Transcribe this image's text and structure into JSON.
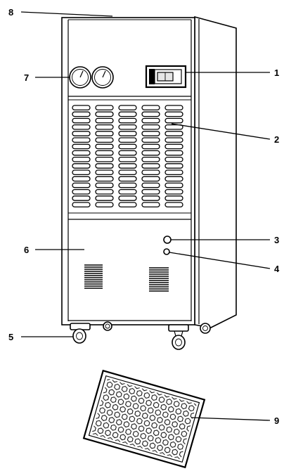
{
  "callout_labels": [
    "1",
    "2",
    "3",
    "4",
    "5",
    "6",
    "7",
    "8",
    "9"
  ],
  "colors": {
    "stroke": "#000000",
    "background": "#ffffff"
  }
}
